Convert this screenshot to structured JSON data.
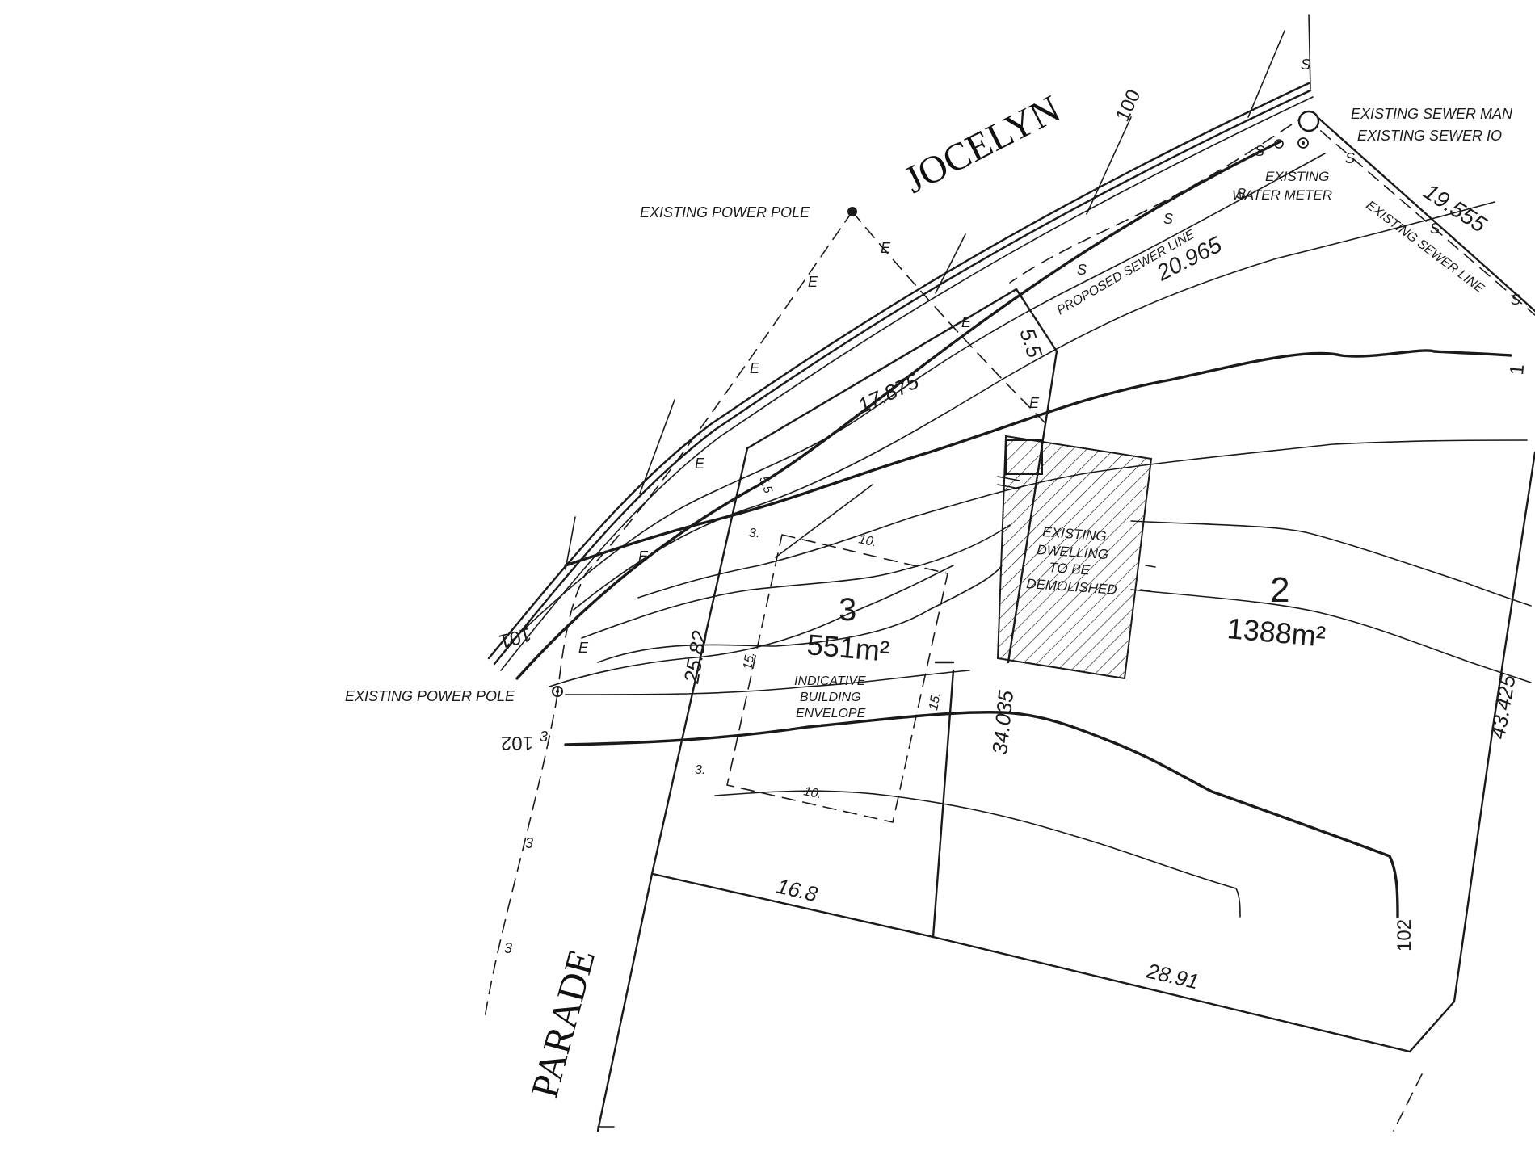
{
  "streets": {
    "north": "JOCELYN",
    "west": "PARADE"
  },
  "lots": [
    {
      "number": "3",
      "area": "551m²"
    },
    {
      "number": "2",
      "area": "1388m²"
    }
  ],
  "dimensions": {
    "d_19_555": "19.555",
    "d_20_965": "20.965",
    "d_17_875": "17.875",
    "d_5_5_top": "5.5",
    "d_25_82": "25.82",
    "d_34_035": "34.035",
    "d_43_425": "43.425",
    "d_16_8": "16.8",
    "d_28_91": "28.91"
  },
  "envelope_dims": {
    "e_5_5": "5.5",
    "e_3_top": "3.",
    "e_10_top": "10.",
    "e_15_left": "15.",
    "e_15_right": "15.",
    "e_3_bottom": "3.",
    "e_10_bottom": "10."
  },
  "contours": {
    "c100": "100",
    "c101": "101",
    "c102_left": "102",
    "c102_right": "102",
    "c_partial": "1"
  },
  "annotations": {
    "power_pole_top": "EXISTING POWER POLE",
    "power_pole_left": "EXISTING POWER POLE",
    "sewer_manhole": "EXISTING SEWER MAN",
    "sewer_io": "EXISTING SEWER IO",
    "water_meter_line1": "EXISTING",
    "water_meter_line2": "WATER METER",
    "proposed_sewer": "PROPOSED SEWER LINE",
    "existing_sewer": "EXISTING SEWER LINE",
    "dwelling_line1": "EXISTING",
    "dwelling_line2": "DWELLING",
    "dwelling_line3": "TO BE",
    "dwelling_line4": "DEMOLISHED",
    "envelope_line1": "INDICATIVE",
    "envelope_line2": "BUILDING",
    "envelope_line3": "ENVELOPE"
  },
  "service_marks": {
    "sewer": "S",
    "electric": "E",
    "telecom": "3"
  }
}
